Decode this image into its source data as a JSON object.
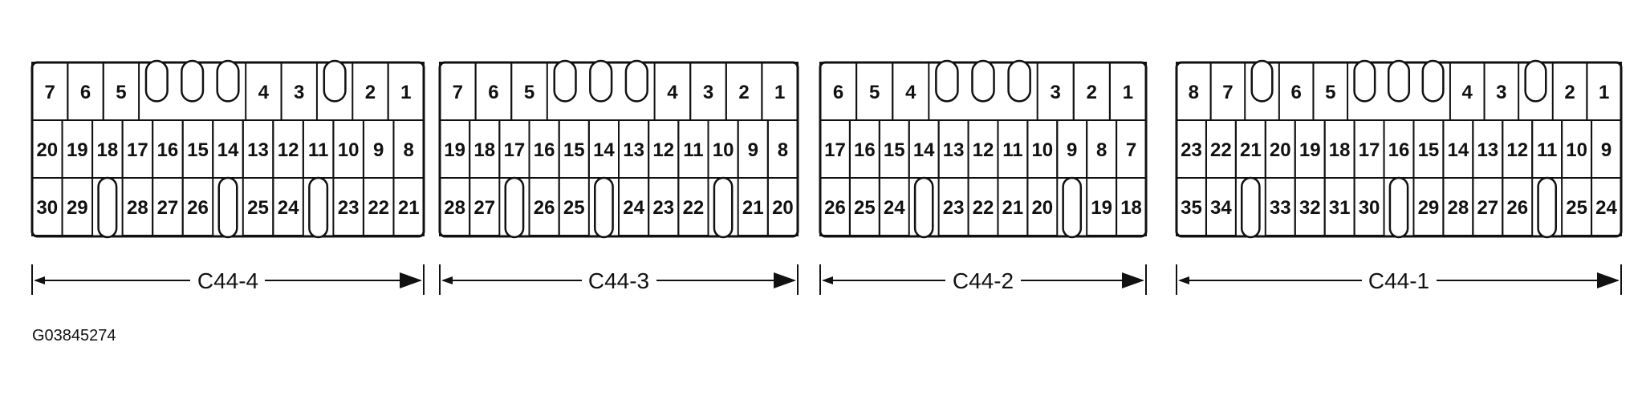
{
  "figure_id": "G03845274",
  "connectors": [
    {
      "label": "C44-4",
      "rows": [
        [
          "7",
          "6",
          "5",
          "",
          "",
          "",
          "4",
          "3",
          "",
          "2",
          "1"
        ],
        [
          "20",
          "19",
          "18",
          "17",
          "16",
          "15",
          "14",
          "13",
          "12",
          "11",
          "10",
          "9",
          "8"
        ],
        [
          "30",
          "29",
          "",
          "28",
          "27",
          "26",
          "",
          "25",
          "24",
          "",
          "23",
          "22",
          "21"
        ]
      ]
    },
    {
      "label": "C44-3",
      "rows": [
        [
          "7",
          "6",
          "5",
          "",
          "",
          "",
          "4",
          "3",
          "2",
          "1"
        ],
        [
          "19",
          "18",
          "17",
          "16",
          "15",
          "14",
          "13",
          "12",
          "11",
          "10",
          "9",
          "8"
        ],
        [
          "28",
          "27",
          "",
          "26",
          "25",
          "",
          "24",
          "23",
          "22",
          "",
          "21",
          "20"
        ]
      ]
    },
    {
      "label": "C44-2",
      "rows": [
        [
          "6",
          "5",
          "4",
          "",
          "",
          "",
          "3",
          "2",
          "1"
        ],
        [
          "17",
          "16",
          "15",
          "14",
          "13",
          "12",
          "11",
          "10",
          "9",
          "8",
          "7"
        ],
        [
          "26",
          "25",
          "24",
          "",
          "23",
          "22",
          "21",
          "20",
          "",
          "19",
          "18"
        ]
      ]
    },
    {
      "label": "C44-1",
      "rows": [
        [
          "8",
          "7",
          "",
          "6",
          "5",
          "",
          "",
          "",
          "4",
          "3",
          "",
          "2",
          "1"
        ],
        [
          "23",
          "22",
          "21",
          "20",
          "19",
          "18",
          "17",
          "16",
          "15",
          "14",
          "13",
          "12",
          "11",
          "10",
          "9"
        ],
        [
          "35",
          "34",
          "",
          "33",
          "32",
          "31",
          "30",
          "",
          "29",
          "28",
          "27",
          "26",
          "",
          "25",
          "24"
        ]
      ]
    }
  ]
}
